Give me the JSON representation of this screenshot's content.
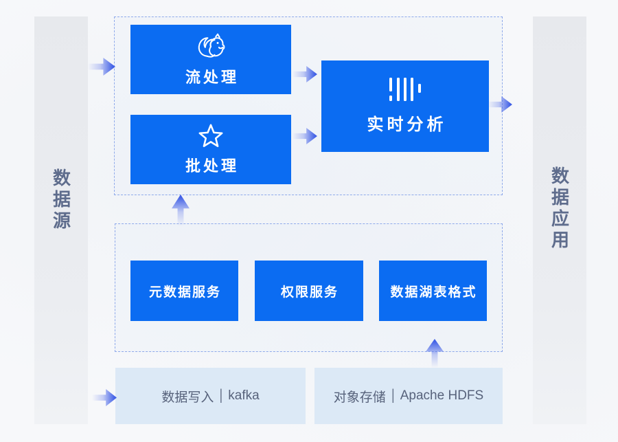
{
  "colors": {
    "primary_blue": "#0B6CF2",
    "arrow_blue": "#4160E6",
    "dashed_border": "#8EA9EA",
    "band_bg": "#E9EAEE",
    "band_text": "#5E6C8C",
    "light_box_bg": "#DCE9F6",
    "light_box_text": "#57627B"
  },
  "left_band": {
    "label": "数据源"
  },
  "right_band": {
    "label": "数据应用"
  },
  "processing_layer": {
    "stream_box": {
      "icon": "flink-squirrel-icon",
      "label": "流处理"
    },
    "batch_box": {
      "icon": "star-icon",
      "label": "批处理"
    },
    "realtime_box": {
      "icon": "equalizer-bars-icon",
      "label": "实时分析"
    }
  },
  "service_layer": {
    "boxes": [
      {
        "label": "元数据服务"
      },
      {
        "label": "权限服务"
      },
      {
        "label": "数据湖表格式"
      }
    ]
  },
  "storage_layer": {
    "ingest_box": {
      "name": "数据写入",
      "separator": "|",
      "tech": "kafka"
    },
    "object_box": {
      "name": "对象存储",
      "separator": "|",
      "tech": "Apache HDFS"
    }
  }
}
